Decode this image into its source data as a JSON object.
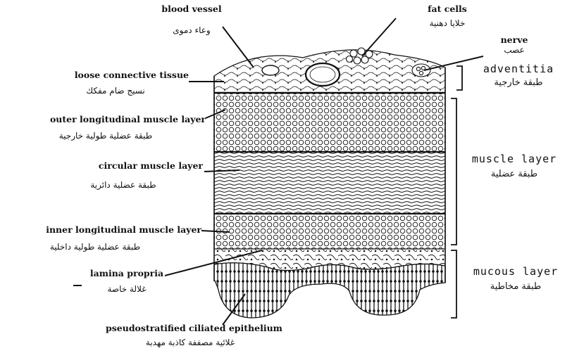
{
  "labels": {
    "blood_vessel": {
      "en": "blood vessel",
      "ar": "وعاء دموى"
    },
    "fat_cells": {
      "en": "fat cells",
      "ar": "خلايا دهنية"
    },
    "nerve": {
      "en": "nerve",
      "ar": "عصب"
    },
    "loose_connective": {
      "en": "loose connective tissue",
      "ar": "نسيج ضام مفكك"
    },
    "outer_longitudinal": {
      "en": "outer longitudinal muscle layer",
      "ar": "طبقة عضلية طولية خارجية"
    },
    "circular_muscle": {
      "en": "circular muscle layer",
      "ar": "طبقة عضلية دائرية"
    },
    "inner_longitudinal": {
      "en": "inner longitudinal muscle layer",
      "ar": "طبقة عضلية طولية داخلية"
    },
    "lamina_propria": {
      "en": "lamina propria",
      "ar": "غلالة خاصة"
    },
    "epithelium": {
      "en": "pseudostratified ciliated epithelium",
      "ar": "غلائية مصففة كاذبة مهدبة"
    }
  },
  "layers": {
    "adventitia": {
      "en": "adventitia",
      "ar": "طبقة خارجية"
    },
    "muscle": {
      "en": "muscle layer",
      "ar": "طبقة عضلية"
    },
    "mucous": {
      "en": "mucous layer",
      "ar": "طبقة مخاطية"
    }
  },
  "colors": {
    "ink": "#111111",
    "paper": "#ffffff"
  }
}
